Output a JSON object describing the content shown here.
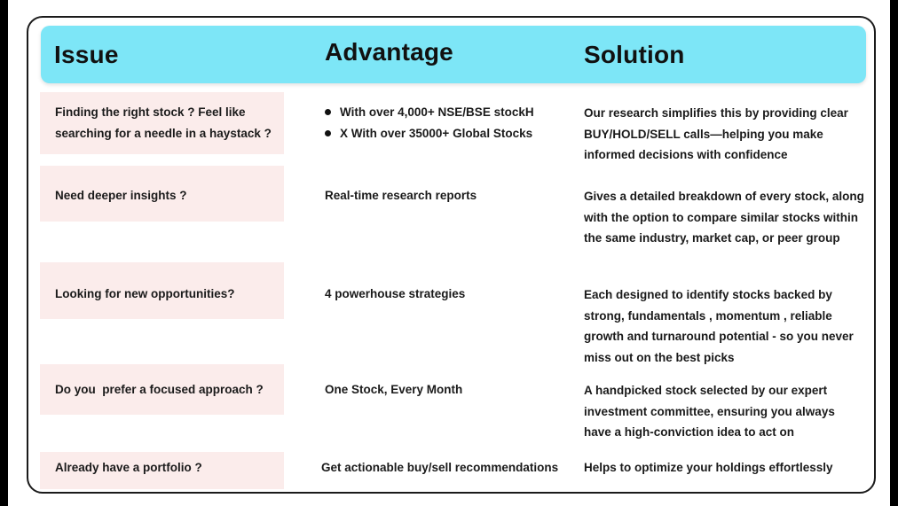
{
  "headers": {
    "issue": "Issue",
    "advantage": "Advantage",
    "solution": "Solution"
  },
  "rows": [
    {
      "issue": "Finding the right stock ? Feel like searching for a needle in a haystack ?",
      "advantage_items": [
        "With over 4,000+ NSE/BSE stockH",
        "X With over 35000+ Global Stocks"
      ],
      "solution": "Our research simplifies this by providing clear BUY/HOLD/SELL calls—helping you make informed decisions with confidence"
    },
    {
      "issue": "Need deeper insights ?",
      "advantage": "Real-time research reports",
      "solution": "Gives a detailed breakdown of every stock, along with the option to compare similar stocks within the same industry, market cap, or peer group"
    },
    {
      "issue": "Looking for new opportunities?",
      "advantage": "4 powerhouse strategies",
      "solution": "Each designed to identify stocks backed by strong, fundamentals , momentum , reliable growth and turnaround potential - so you never miss out on the best picks"
    },
    {
      "issue": "Do you  prefer a focused approach ?",
      "advantage": "One Stock, Every Month",
      "solution": "A handpicked stock selected by our expert investment committee, ensuring you always have a high-conviction idea to act on"
    },
    {
      "issue": "Already have a portfolio ?",
      "advantage": "Get actionable buy/sell recommendations",
      "solution": "Helps to optimize your holdings effortlessly"
    }
  ],
  "colors": {
    "header_bg": "#7de6f7",
    "issue_bg": "#fbeceb",
    "text": "#1a1a1a"
  }
}
